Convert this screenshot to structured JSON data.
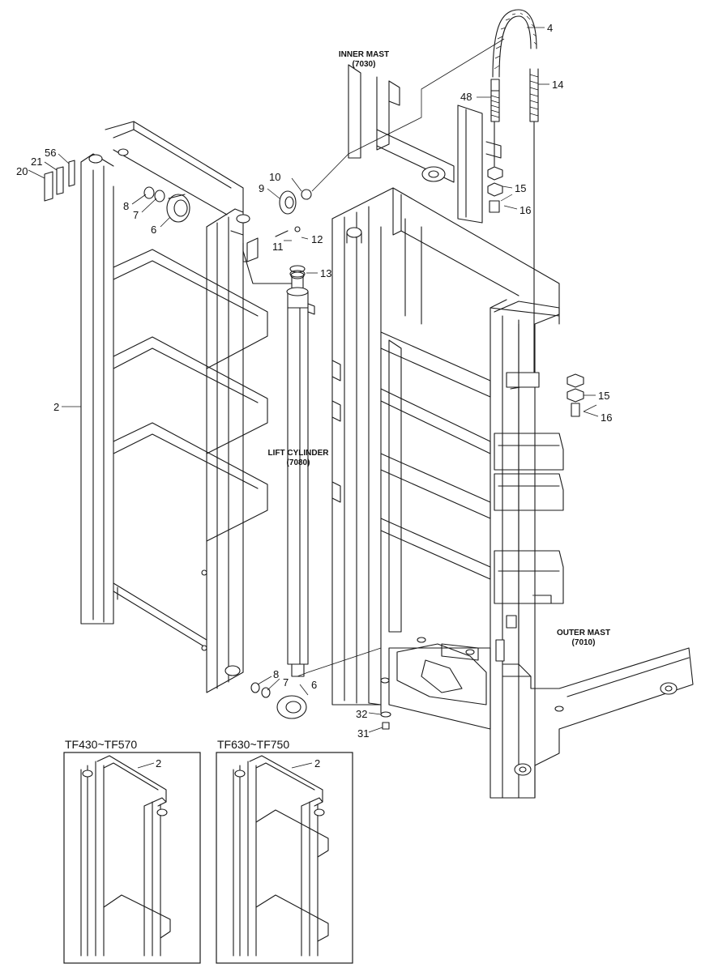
{
  "labels": {
    "inner_mast": "INNER MAST",
    "inner_mast_code": "(7030)",
    "lift_cylinder": "LIFT CYLINDER",
    "lift_cylinder_code": "(7080)",
    "outer_mast": "OUTER MAST",
    "outer_mast_code": "(7010)"
  },
  "parts": {
    "p2": "2",
    "p4": "4",
    "p6a": "6",
    "p6b": "6",
    "p7a": "7",
    "p7b": "7",
    "p8a": "8",
    "p8b": "8",
    "p9": "9",
    "p10": "10",
    "p11": "11",
    "p12": "12",
    "p13": "13",
    "p14": "14",
    "p15a": "15",
    "p15b": "15",
    "p16a": "16",
    "p16b": "16",
    "p20": "20",
    "p21": "21",
    "p31": "31",
    "p32": "32",
    "p48": "48",
    "p56": "56"
  },
  "insets": {
    "left_title": "TF430~TF570",
    "left_part": "2",
    "right_title": "TF630~TF750",
    "right_part": "2"
  }
}
